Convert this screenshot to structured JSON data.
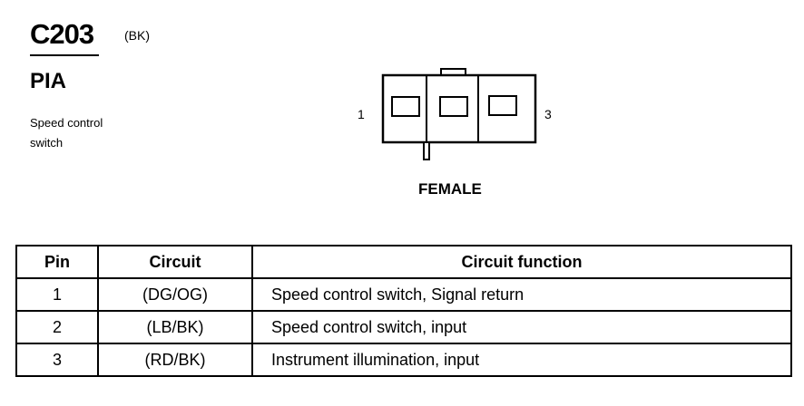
{
  "connector": {
    "id": "C203",
    "color": "(BK)",
    "location": "PIA",
    "description_line1": "Speed control",
    "description_line2": "switch",
    "view_label": "FEMALE",
    "pin_left": "1",
    "pin_right": "3",
    "cavity_count": 3
  },
  "table": {
    "headers": [
      "Pin",
      "Circuit",
      "Circuit function"
    ],
    "rows": [
      {
        "pin": "1",
        "circuit": "(DG/OG)",
        "function": "Speed control switch, Signal return"
      },
      {
        "pin": "2",
        "circuit": "(LB/BK)",
        "function": "Speed control switch, input"
      },
      {
        "pin": "3",
        "circuit": "(RD/BK)",
        "function": "Instrument illumination, input"
      }
    ]
  }
}
